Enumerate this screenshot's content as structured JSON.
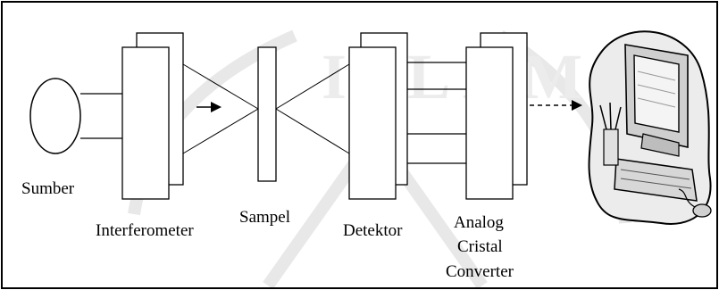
{
  "labels": {
    "source": "Sumber",
    "interferometer": "Interferometer",
    "sample": "Sampel",
    "detector": "Detektor",
    "converter_line1": "Analog",
    "converter_line2": "Cristal",
    "converter_line3": "Converter"
  },
  "watermark": {
    "text": "ISLAM",
    "color": "#e6e6e6"
  },
  "icons": {
    "computer": "computer-icon",
    "beam_arrow": "arrow-right-icon",
    "data_link": "dashed-arrow-right-icon"
  },
  "colors": {
    "line": "#000000",
    "background": "#ffffff",
    "computer_fill": "#dcdcdc"
  }
}
